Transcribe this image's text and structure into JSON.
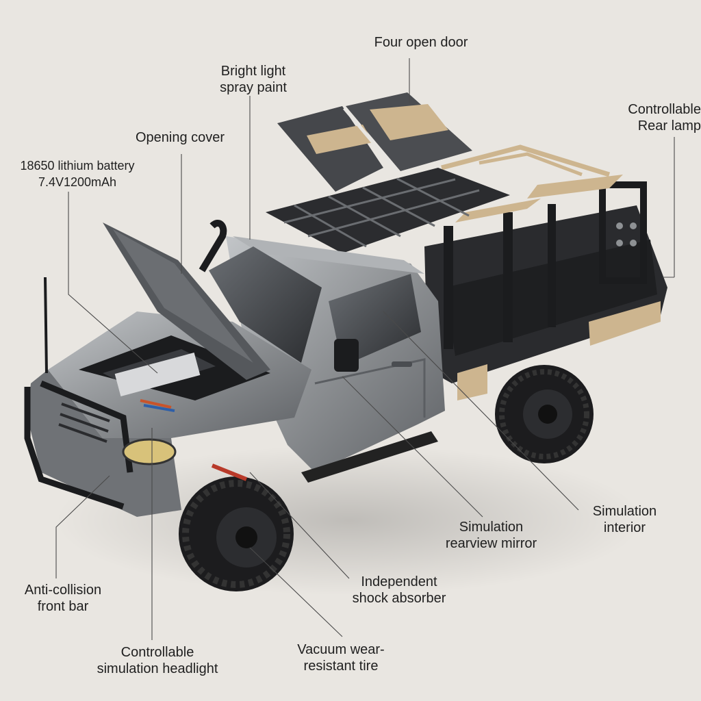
{
  "labels": {
    "four_open_door": [
      "Four open door"
    ],
    "bright_light_spray_paint": [
      "Bright light",
      "spray paint"
    ],
    "controllable_rear_lamp": [
      "Controllable",
      "Rear lamp"
    ],
    "opening_cover": [
      "Opening cover"
    ],
    "lithium_battery": [
      "18650 lithium battery",
      "7.4V1200mAh"
    ],
    "simulation_interior": [
      "Simulation",
      "interior"
    ],
    "simulation_rearview_mirror": [
      "Simulation",
      "rearview mirror"
    ],
    "independent_shock_absorber": [
      "Independent",
      "shock absorber"
    ],
    "anti_collision_front_bar": [
      "Anti-collision",
      "front bar"
    ],
    "controllable_simulation_headlight": [
      "Controllable",
      "simulation headlight"
    ],
    "vacuum_wear_resistant_tire": [
      "Vacuum wear-",
      "resistant tire"
    ]
  },
  "colors": {
    "background": "#e9e6e1",
    "body_paint": "#8e9194",
    "body_highlight": "#b8bbbe",
    "black_frame": "#262729",
    "tan_accent": "#cdb58f",
    "text": "#1f1f1f"
  }
}
